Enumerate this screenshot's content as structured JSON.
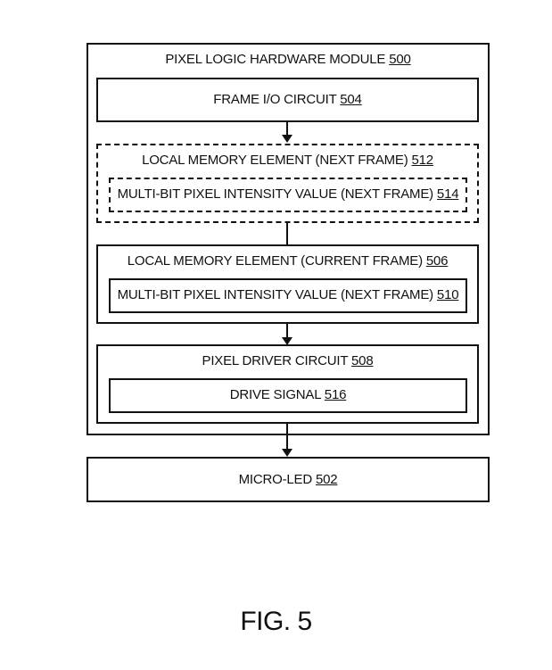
{
  "module": {
    "title": "PIXEL LOGIC HARDWARE MODULE",
    "ref": "500"
  },
  "frame_io": {
    "title": "FRAME I/O CIRCUIT",
    "ref": "504"
  },
  "mem_next": {
    "title": "LOCAL MEMORY ELEMENT (NEXT FRAME)",
    "ref": "512",
    "value": {
      "title": "MULTI-BIT PIXEL INTENSITY VALUE (NEXT FRAME)",
      "ref": "514"
    }
  },
  "mem_current": {
    "title": "LOCAL MEMORY ELEMENT (CURRENT FRAME)",
    "ref": "506",
    "value": {
      "title": "MULTI-BIT PIXEL INTENSITY VALUE (NEXT FRAME)",
      "ref": "510"
    }
  },
  "driver": {
    "title": "PIXEL DRIVER CIRCUIT",
    "ref": "508",
    "signal": {
      "title": "DRIVE SIGNAL",
      "ref": "516"
    }
  },
  "micro_led": {
    "title": "MICRO-LED",
    "ref": "502"
  },
  "figure_label": "FIG. 5"
}
